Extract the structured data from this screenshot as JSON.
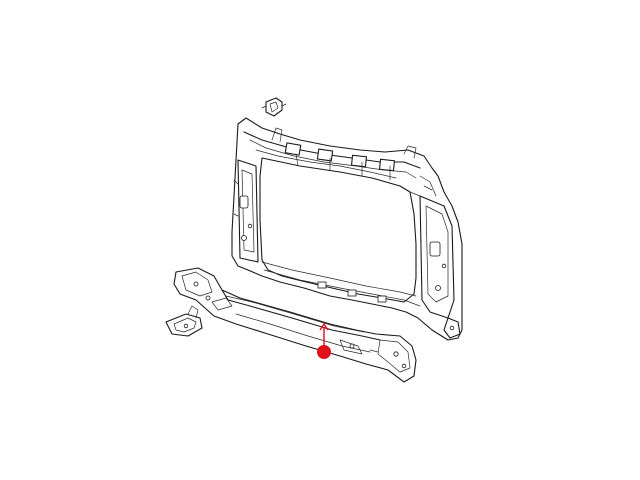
{
  "diagram": {
    "highlight_color": "#e0101a",
    "line_color": "#1a1a1a",
    "background": "#ffffff",
    "parts": [
      {
        "name": "radiator-support-frame"
      },
      {
        "name": "lower-crossmember"
      },
      {
        "name": "bracket"
      },
      {
        "name": "clip"
      }
    ],
    "callout": {
      "marker": "red-dot"
    }
  }
}
